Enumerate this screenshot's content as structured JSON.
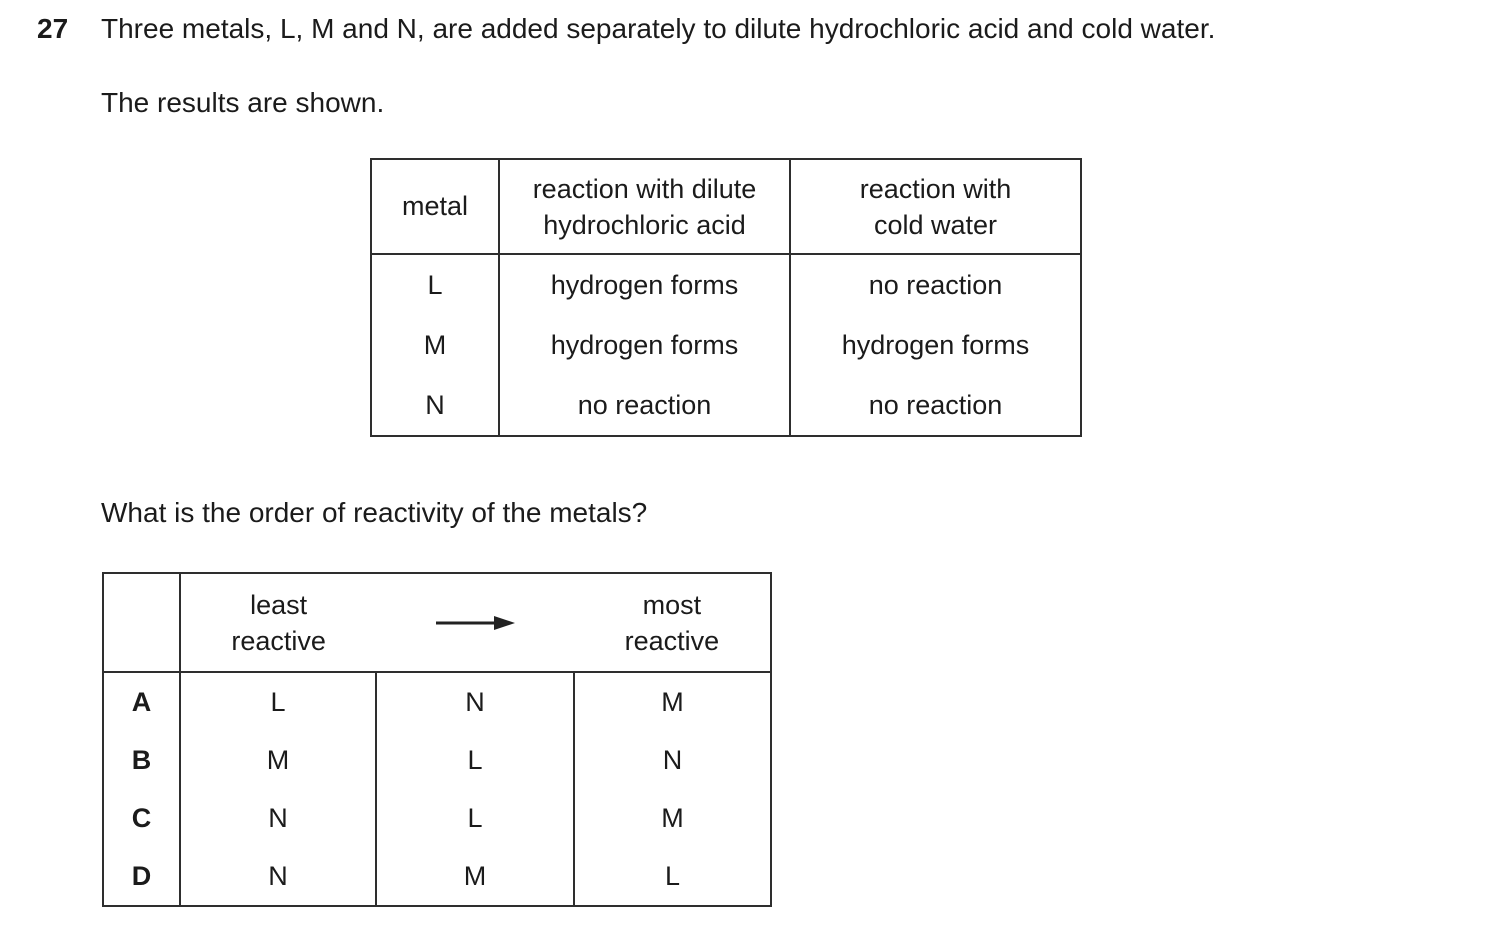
{
  "colors": {
    "background": "#ffffff",
    "text": "#1b1b1b",
    "border": "#2e2e2e"
  },
  "question": {
    "number": "27",
    "text": "Three metals, L, M and N, are added separately to dilute hydrochloric acid and cold water.",
    "results_intro": "The results are shown.",
    "prompt": "What is the order of reactivity of the metals?"
  },
  "results_table": {
    "header": {
      "metal": "metal",
      "acid": [
        "reaction with dilute",
        "hydrochloric acid"
      ],
      "water": [
        "reaction with",
        "cold water"
      ]
    },
    "rows": [
      {
        "metal": "L",
        "acid": "hydrogen forms",
        "water": "no reaction"
      },
      {
        "metal": "M",
        "acid": "hydrogen forms",
        "water": "hydrogen forms"
      },
      {
        "metal": "N",
        "acid": "no reaction",
        "water": "no reaction"
      }
    ]
  },
  "options_table": {
    "least_label": "least reactive",
    "most_label": "most reactive",
    "options": [
      {
        "letter": "A",
        "order": [
          "L",
          "N",
          "M"
        ]
      },
      {
        "letter": "B",
        "order": [
          "M",
          "L",
          "N"
        ]
      },
      {
        "letter": "C",
        "order": [
          "N",
          "L",
          "M"
        ]
      },
      {
        "letter": "D",
        "order": [
          "N",
          "M",
          "L"
        ]
      }
    ]
  }
}
